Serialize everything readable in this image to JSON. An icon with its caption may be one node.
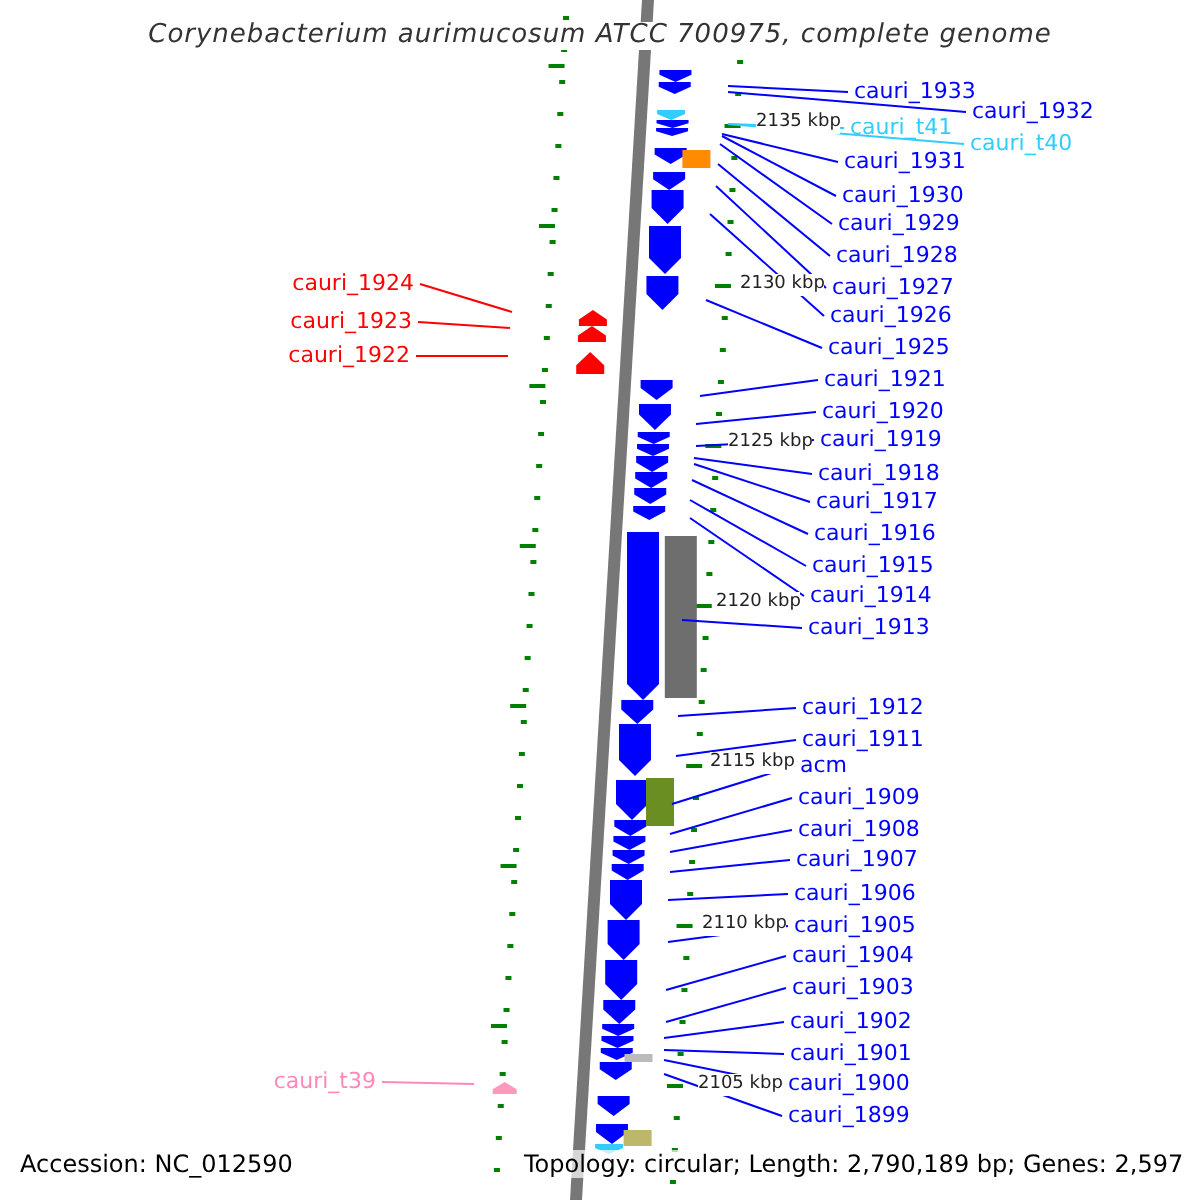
{
  "diagram": {
    "title": "Corynebacterium aurimucosum ATCC 700975, complete genome",
    "nodes": [
      {
        "text": [
          "cauri_1933"
        ]
      },
      {
        "text": [
          "cauri_1932"
        ]
      },
      {
        "text": [
          "cauri_t41"
        ]
      },
      {
        "text": [
          "cauri_t40"
        ]
      },
      {
        "text": [
          "cauri_1931"
        ]
      },
      {
        "text": [
          "cauri_1930"
        ]
      },
      {
        "text": [
          "cauri_1929"
        ]
      },
      {
        "text": [
          "cauri_1928"
        ]
      },
      {
        "text": [
          "cauri_1924"
        ]
      },
      {
        "text": [
          "cauri_1927"
        ]
      },
      {
        "text": [
          "cauri_1926"
        ]
      },
      {
        "text": [
          "cauri_1923"
        ]
      },
      {
        "text": [
          "cauri_1925"
        ]
      },
      {
        "text": [
          "cauri_1922"
        ]
      },
      {
        "text": [
          "cauri_1921"
        ]
      },
      {
        "text": [
          "cauri_1920"
        ]
      },
      {
        "text": [
          "cauri_1919"
        ]
      },
      {
        "text": [
          "cauri_1918"
        ]
      },
      {
        "text": [
          "cauri_1917"
        ]
      },
      {
        "text": [
          "cauri_1916"
        ]
      },
      {
        "text": [
          "cauri_1915"
        ]
      },
      {
        "text": [
          "cauri_1914"
        ]
      },
      {
        "text": [
          "cauri_1913"
        ]
      },
      {
        "text": [
          "cauri_1912"
        ]
      },
      {
        "text": [
          "cauri_1911"
        ]
      },
      {
        "text": [
          "acm"
        ]
      },
      {
        "text": [
          "cauri_1909"
        ]
      },
      {
        "text": [
          "cauri_1908"
        ]
      },
      {
        "text": [
          "cauri_1907"
        ]
      },
      {
        "text": [
          "cauri_1906"
        ]
      },
      {
        "text": [
          "cauri_1905"
        ]
      },
      {
        "text": [
          "cauri_1904"
        ]
      },
      {
        "text": [
          "cauri_1903"
        ]
      },
      {
        "text": [
          "cauri_1902"
        ]
      },
      {
        "text": [
          "cauri_1901"
        ]
      },
      {
        "text": [
          "cauri_t39"
        ]
      },
      {
        "text": [
          "cauri_1900"
        ]
      },
      {
        "text": [
          "cauri_1899"
        ]
      }
    ],
    "edges": [
      {
        "from": 0,
        "to": null,
        "arrow": "none"
      },
      {
        "from": 1,
        "to": null,
        "arrow": "none"
      },
      {
        "from": 2,
        "to": null,
        "arrow": "none",
        "color": "#33ccff"
      },
      {
        "from": 3,
        "to": null,
        "arrow": "none",
        "color": "#33ccff"
      },
      {
        "from": 4,
        "to": null,
        "arrow": "none"
      },
      {
        "from": 5,
        "to": null,
        "arrow": "none"
      },
      {
        "from": 6,
        "to": null,
        "arrow": "none"
      },
      {
        "from": 7,
        "to": null,
        "arrow": "none"
      },
      {
        "from": 8,
        "to": null,
        "arrow": "none",
        "color": "#ff0000"
      },
      {
        "from": 9,
        "to": null,
        "arrow": "none"
      },
      {
        "from": 10,
        "to": null,
        "arrow": "none"
      },
      {
        "from": 11,
        "to": null,
        "arrow": "none",
        "color": "#ff0000"
      },
      {
        "from": 12,
        "to": null,
        "arrow": "none"
      },
      {
        "from": 13,
        "to": null,
        "arrow": "none",
        "color": "#ff0000"
      },
      {
        "from": 14,
        "to": null,
        "arrow": "none"
      },
      {
        "from": 15,
        "to": null,
        "arrow": "none"
      },
      {
        "from": 16,
        "to": null,
        "arrow": "none"
      },
      {
        "from": 17,
        "to": null,
        "arrow": "none"
      },
      {
        "from": 18,
        "to": null,
        "arrow": "none"
      },
      {
        "from": 19,
        "to": null,
        "arrow": "none"
      },
      {
        "from": 20,
        "to": null,
        "arrow": "none"
      },
      {
        "from": 21,
        "to": null,
        "arrow": "none"
      },
      {
        "from": 22,
        "to": null,
        "arrow": "none"
      },
      {
        "from": 23,
        "to": null,
        "arrow": "none"
      },
      {
        "from": 24,
        "to": null,
        "arrow": "none"
      },
      {
        "from": 25,
        "to": null,
        "arrow": "none"
      },
      {
        "from": 26,
        "to": null,
        "arrow": "none"
      },
      {
        "from": 27,
        "to": null,
        "arrow": "none"
      },
      {
        "from": 28,
        "to": null,
        "arrow": "none"
      },
      {
        "from": 29,
        "to": null,
        "arrow": "none"
      },
      {
        "from": 30,
        "to": null,
        "arrow": "none"
      },
      {
        "from": 31,
        "to": null,
        "arrow": "none"
      },
      {
        "from": 32,
        "to": null,
        "arrow": "none"
      },
      {
        "from": 33,
        "to": null,
        "arrow": "none"
      },
      {
        "from": 34,
        "to": null,
        "arrow": "none"
      },
      {
        "from": 35,
        "to": null,
        "arrow": "none",
        "color": "#ff88bb"
      },
      {
        "from": 36,
        "to": null,
        "arrow": "none"
      },
      {
        "from": 37,
        "to": null,
        "arrow": "none"
      }
    ],
    "labels": [
      "2135 kbp",
      "2130 kbp",
      "2125 kbp",
      "2120 kbp",
      "2115 kbp",
      "2110 kbp",
      "2105 kbp",
      "Accession: NC_012590",
      "Topology: circular; Length: 2,790,189 bp; Genes: 2,597"
    ]
  }
}
